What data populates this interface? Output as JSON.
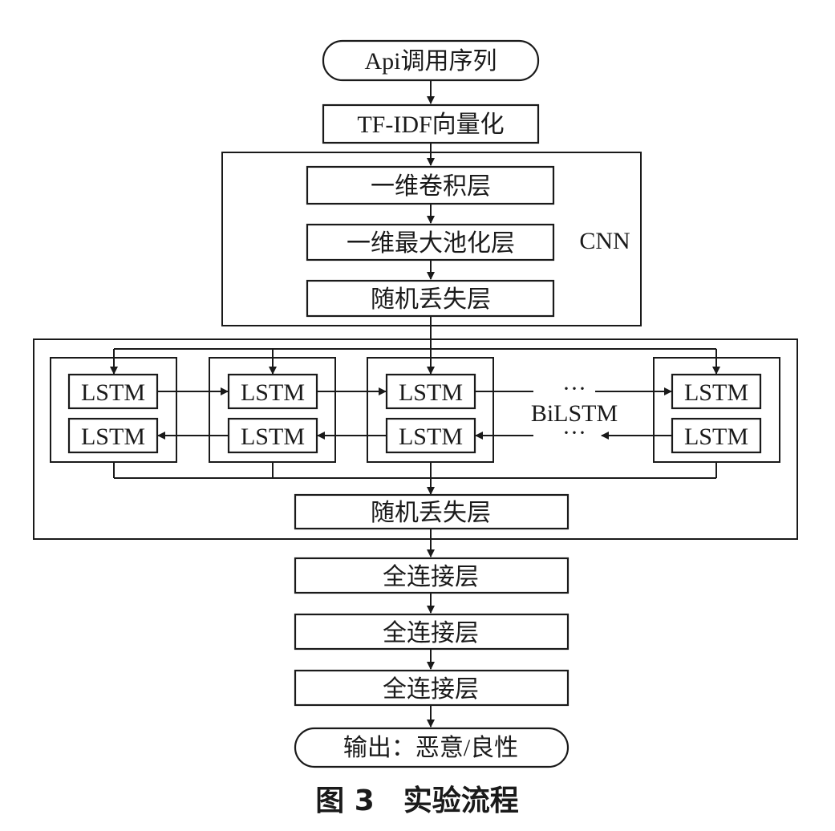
{
  "nodes": {
    "input": "Api调用序列",
    "tfidf": "TF-IDF向量化",
    "conv1d": "一维卷积层",
    "maxpool1d": "一维最大池化层",
    "dropout_cnn": "随机丢失层",
    "lstm": "LSTM",
    "ellipsis": "···",
    "dropout_bilstm": "随机丢失层",
    "dense1": "全连接层",
    "dense2": "全连接层",
    "dense3": "全连接层",
    "output": "输出：恶意/良性"
  },
  "groups": {
    "cnn": "CNN",
    "bilstm": "BiLSTM"
  },
  "caption": "图 3　实验流程"
}
